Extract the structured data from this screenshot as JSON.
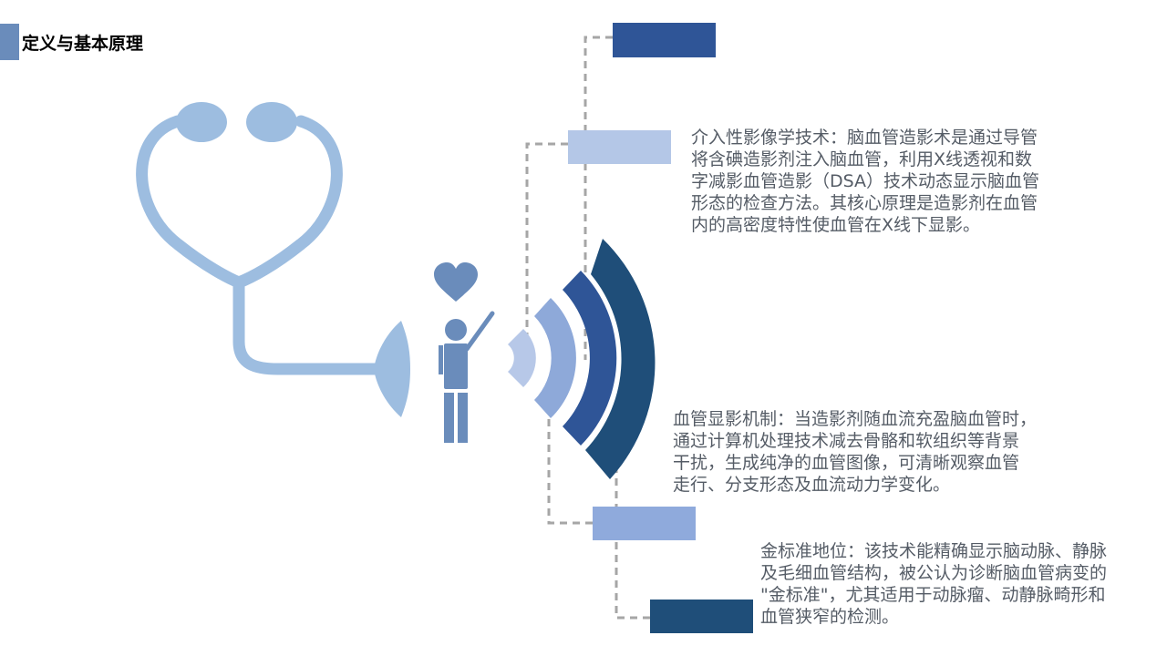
{
  "header": {
    "title": "定义与基本原理"
  },
  "colors": {
    "accent_bar": "#6a8cbb",
    "stethoscope": "#9dbde0",
    "person": "#6a8cbb",
    "arc_1": "#b7c8e8",
    "arc_2": "#8ea9d9",
    "arc_3": "#2f5597",
    "arc_4": "#1f4e79",
    "box_top": "#2f5597",
    "box_upper": "#b4c7e7",
    "box_lower": "#8faadc",
    "box_bottom": "#1f4e79",
    "connector": "#a6a6a6",
    "text": "#555c66"
  },
  "icons": {
    "stethoscope": "stethoscope-icon",
    "person": "person-icon",
    "heart": "heart-icon",
    "signal": "signal-waves-icon"
  },
  "sections": [
    {
      "name": "interventional-imaging",
      "lines": [
        "介入性影像学技术：脑血管造影术是通过导管",
        "将含碘造影剂注入脑血管，利用X线透视和数",
        "字减影血管造影（DSA）技术动态显示脑血管",
        "形态的检查方法。其核心原理是造影剂在血管",
        "内的高密度特性使血管在X线下显影。"
      ]
    },
    {
      "name": "vessel-imaging-mechanism",
      "lines": [
        "血管显影机制：当造影剂随血流充盈脑血管时，",
        "通过计算机处理技术减去骨骼和软组织等背景",
        "干扰，生成纯净的血管图像，可清晰观察血管",
        "走行、分支形态及血流动力学变化。"
      ]
    },
    {
      "name": "gold-standard-status",
      "lines": [
        "金标准地位：该技术能精确显示脑动脉、静脉",
        "及毛细血管结构，被公认为诊断脑血管病变的",
        "\"金标准\"，尤其适用于动脉瘤、动静脉畸形和",
        "血管狭窄的检测。"
      ]
    }
  ]
}
